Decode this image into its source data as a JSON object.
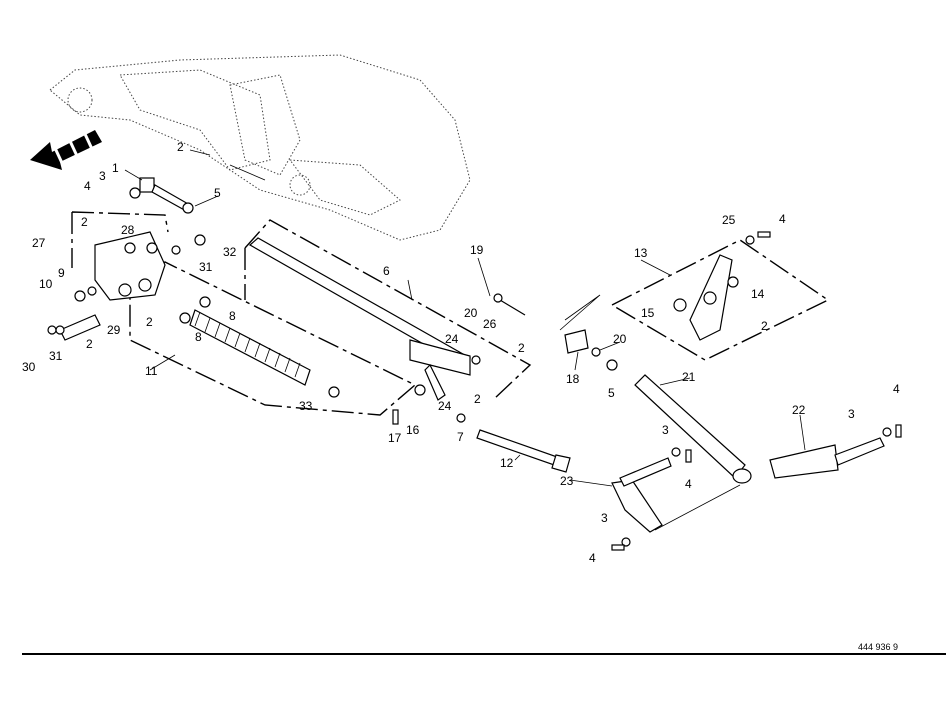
{
  "drawing": {
    "reference_number": "444 936 9",
    "callouts": [
      "1",
      "2",
      "3",
      "4",
      "5",
      "2",
      "28",
      "27",
      "32",
      "31",
      "9",
      "10",
      "6",
      "19",
      "20",
      "26",
      "13",
      "25",
      "4",
      "14",
      "15",
      "2",
      "8",
      "2",
      "8",
      "29",
      "2",
      "31",
      "30",
      "11",
      "24",
      "2",
      "18",
      "20",
      "5",
      "21",
      "33",
      "24",
      "2",
      "17",
      "16",
      "7",
      "12",
      "4",
      "3",
      "22",
      "3",
      "4",
      "23",
      "3",
      "4"
    ]
  }
}
